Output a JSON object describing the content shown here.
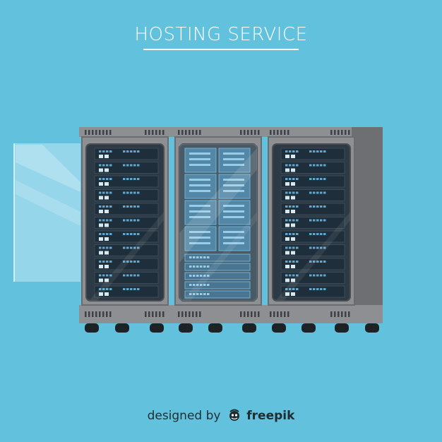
{
  "header": {
    "title": "HOSTING SERVICE"
  },
  "footer": {
    "prefix": "designed by",
    "brand": "freepik",
    "brand_icon": "freepik-logo-icon"
  },
  "illustration": {
    "subject": "server-racks-icon",
    "colors": {
      "background": "#62c1dd",
      "rack_frame": "#8e8f93",
      "rack_top": "#77787c",
      "rack_inner": "#2b3a45",
      "server_unit": "#1e2e3a",
      "server_accent": "#5fa7cf",
      "glass": "#c9ecf7",
      "wheel": "#1d2227"
    }
  }
}
